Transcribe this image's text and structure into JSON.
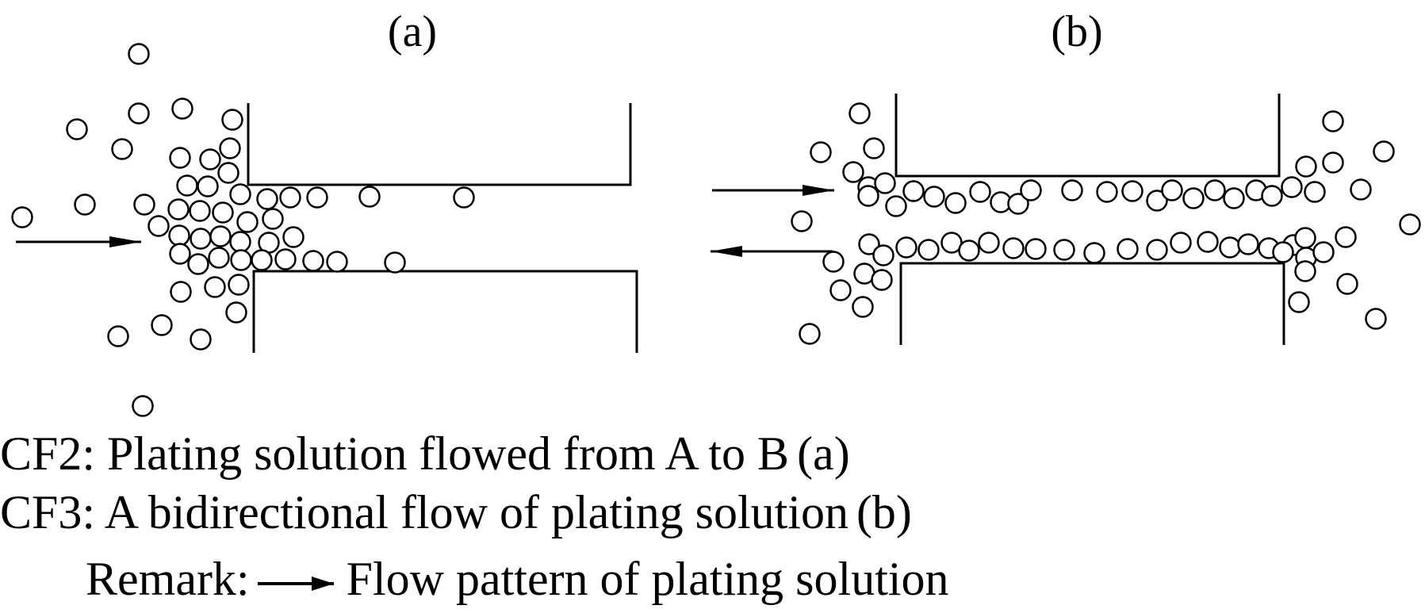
{
  "panels": [
    {
      "label": "(a)"
    },
    {
      "label": "(b)"
    }
  ],
  "captions": [
    {
      "text": "CF2: Plating solution flowed from A to B",
      "tag": "(a)"
    },
    {
      "text": "CF3: A bidirectional flow of plating solution",
      "tag": "(b)"
    }
  ],
  "remark": {
    "prefix": "Remark:",
    "text": "Flow pattern of plating solution",
    "arrow_icon": "right-arrow-icon"
  },
  "colors": {
    "ink": "#000000",
    "background": "#ffffff"
  }
}
